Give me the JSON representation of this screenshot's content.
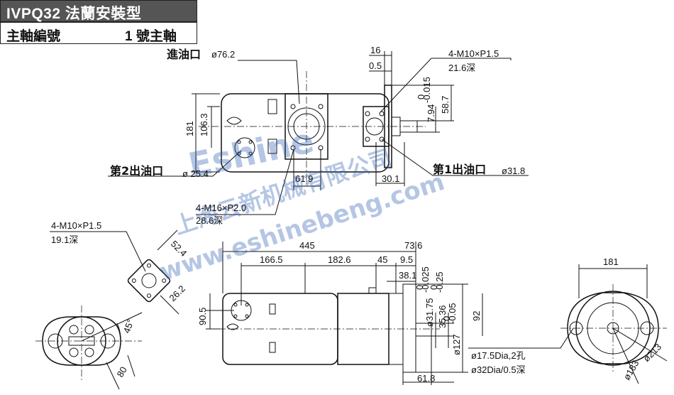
{
  "header": {
    "title": "IVPQ32 法蘭安裝型",
    "label": "主軸編號",
    "value": "1 號主軸"
  },
  "ports": {
    "inlet_label": "進油口",
    "inlet_dia": "ø76.2",
    "outlet2_label": "第2出油口",
    "outlet2_dia": "ø 25.4",
    "outlet1_label": "第1出油口",
    "outlet1_dia": "ø31.8"
  },
  "top_dims": {
    "d16": "16",
    "d05": "0.5",
    "thread": "4-M10×P1.5",
    "thread_depth": "21.6深",
    "d794": "7.94",
    "tol794a": "0",
    "tol794b": "-0.015",
    "d587": "58.7",
    "d181": "181",
    "d1063": "106.3",
    "d619": "61.9",
    "d301": "30.1",
    "m16": "4-M16×P2.0",
    "m16_depth": "28.6深"
  },
  "side_dims": {
    "thread": "4-M10×P1.5",
    "thread_depth": "19.1深",
    "d524": "52.4",
    "d262": "26.2",
    "angle": "45°",
    "d80": "80"
  },
  "main_dims": {
    "d445": "445",
    "d736": "73.6",
    "d1665": "166.5",
    "d1826": "182.6",
    "d45": "45",
    "d95": "9.5",
    "d381": "38.1",
    "d905": "90.5",
    "d3175": "ø31.75",
    "tol3175a": "0",
    "tol3175b": "-0.025",
    "d3536": "35.36",
    "tol3536a": "0",
    "tol3536b": "-0.25",
    "d127": "ø127",
    "tol127a": "0",
    "tol127b": "-0.05",
    "d92": "92",
    "d618": "61.8",
    "hole1": "ø17.5Dia,2孔",
    "hole2": "ø32Dia/0.5深"
  },
  "right_dims": {
    "d181": "181",
    "d213": "ø213",
    "d183": "ø183"
  },
  "watermark": {
    "brand": "Eshine",
    "cn": "上海云新机械有限公司",
    "url": "www.eshinebeng.com"
  }
}
